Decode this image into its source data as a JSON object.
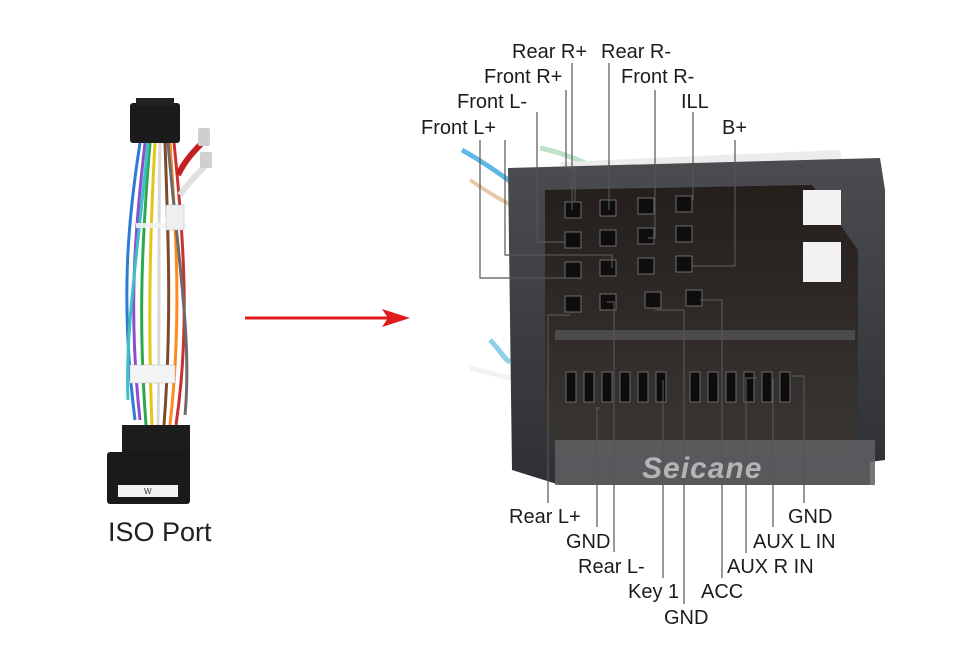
{
  "harness": {
    "caption": "ISO Port",
    "label_text": "W"
  },
  "connector": {
    "watermark": "Seicane"
  },
  "pins_top": {
    "rear_r_plus": "Rear R+",
    "rear_r_minus": "Rear R-",
    "front_r_plus": "Front R+",
    "front_r_minus": "Front R-",
    "front_l_minus": "Front L-",
    "ill": "ILL",
    "front_l_plus": "Front L+",
    "b_plus": "B+"
  },
  "pins_bottom": {
    "rear_l_plus": "Rear L+",
    "gnd_1": "GND",
    "rear_l_minus": "Rear L-",
    "key_1": "Key 1",
    "gnd_2": "GND",
    "acc": "ACC",
    "aux_r_in": "AUX R IN",
    "aux_l_in": "AUX L IN",
    "gnd_3": "GND"
  },
  "colors": {
    "arrow": "#e01b1b",
    "connector_body": "#3a3c3f",
    "leader_line": "#555555"
  }
}
